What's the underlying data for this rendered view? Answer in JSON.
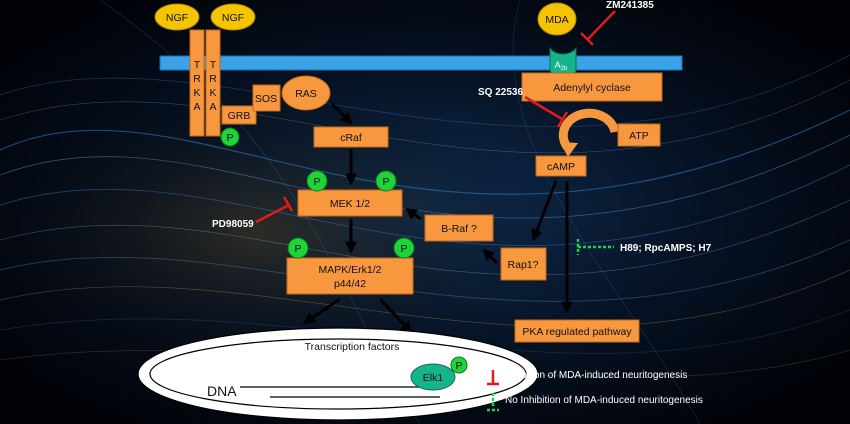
{
  "ligands": {
    "ngf_1": "NGF",
    "ngf_2": "NGF",
    "mda": "MDA"
  },
  "receptors": {
    "trka_1_letters": [
      "T",
      "R",
      "K",
      "A"
    ],
    "trka_2_letters": [
      "T",
      "R",
      "K",
      "A"
    ],
    "a2b_main": "A",
    "a2b_sub": "2b"
  },
  "nodes": {
    "grb": "GRB",
    "sos": "SOS",
    "ras": "RAS",
    "craf": "cRaf",
    "mek": "MEK 1/2",
    "mapk_line1": "MAPK/Erk1/2",
    "mapk_line2": "p44/42",
    "braf": "B-Raf ?",
    "rap1": "Rap1?",
    "camp": "cAMP",
    "atp": "ATP",
    "adenylyl_cyclase": "Adenylyl cyclase",
    "pka": "PKA regulated pathway",
    "elk1": "Elk1"
  },
  "phospho_label": "P",
  "nucleus": {
    "transcription_factors": "Transcription factors",
    "dna": "DNA"
  },
  "inhibitors": {
    "zm241385": "ZM241385",
    "sq22536": "SQ 22536",
    "pd98059": "PD98059",
    "h89": "H89; RpcAMPS; H7"
  },
  "legend": {
    "inhibition": "Inhibition of MDA-induced neuritogenesis",
    "no_inhibition": "No Inhibition of MDA-induced neuritogenesis"
  },
  "colors": {
    "node": "#f7973e",
    "ligand": "#f5c400",
    "phospho": "#1fd43a",
    "receptor_teal": "#15b48c",
    "membrane": "#3aa2e6",
    "inhibition": "#e21b1b",
    "no_inhibition": "#1ed44a"
  }
}
